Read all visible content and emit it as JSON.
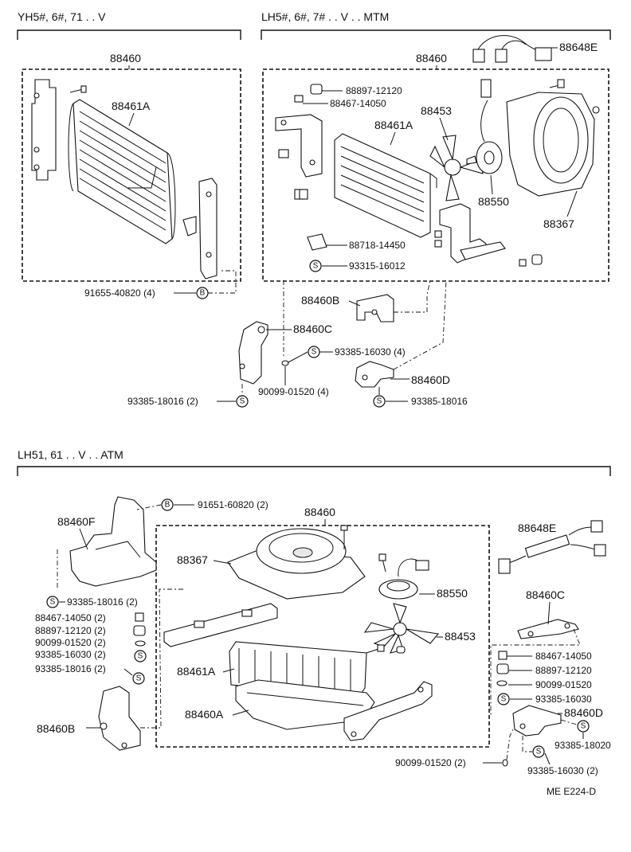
{
  "sections": {
    "top_left": {
      "header": "YH5#, 6#, 71 . . V",
      "assembly": "88460",
      "parts": {
        "condenser": "88461A",
        "bolt": "91655-40820 (4)",
        "bolt_symbol": "B"
      }
    },
    "top_right": {
      "header": "LH5#, 6#, 7# . . V . . MTM",
      "assembly": "88460",
      "parts": {
        "harness": "88648E",
        "cushion": "88897-12120",
        "collar": "88467-14050",
        "fan": "88453",
        "condenser": "88461A",
        "motor": "88550",
        "shroud": "88367",
        "bracket_clip": "88718-14450",
        "screw": "93315-16012",
        "screw_symbol": "S"
      }
    },
    "middle": {
      "parts": {
        "bracket_b": "88460B",
        "bracket_c": "88460C",
        "screw_a": "93385-16030 (4)",
        "washer": "90099-01520 (4)",
        "bracket_d": "88460D",
        "screw_b": "93385-18016 (2)",
        "screw_c": "93385-18016",
        "screw_symbol": "S"
      }
    },
    "bottom": {
      "header": "LH51, 61 . . V . . ATM",
      "assembly": "88460",
      "parts": {
        "bracket_f": "88460F",
        "bolt": "91651-60820 (2)",
        "bolt_symbol": "B",
        "shroud": "88367",
        "motor": "88550",
        "fan": "88453",
        "condenser": "88461A",
        "frame": "88460A",
        "bracket_b": "88460B",
        "harness": "88648E",
        "bracket_c": "88460C",
        "bracket_d": "88460D",
        "left_list": [
          "93385-18016 (2)",
          "88467-14050 (2)",
          "88897-12120 (2)",
          "90099-01520 (2)",
          "93385-16030 (2)",
          "93385-18016 (2)"
        ],
        "right_list": [
          "88467-14050",
          "88897-12120",
          "90099-01520",
          "93385-16030"
        ],
        "screw_r1": "93385-18020",
        "screw_r2": "93385-16030 (2)",
        "washer_bottom": "90099-01520 (2)",
        "screw_symbol": "S"
      }
    }
  },
  "footer": {
    "code": "ME  E224-D"
  }
}
